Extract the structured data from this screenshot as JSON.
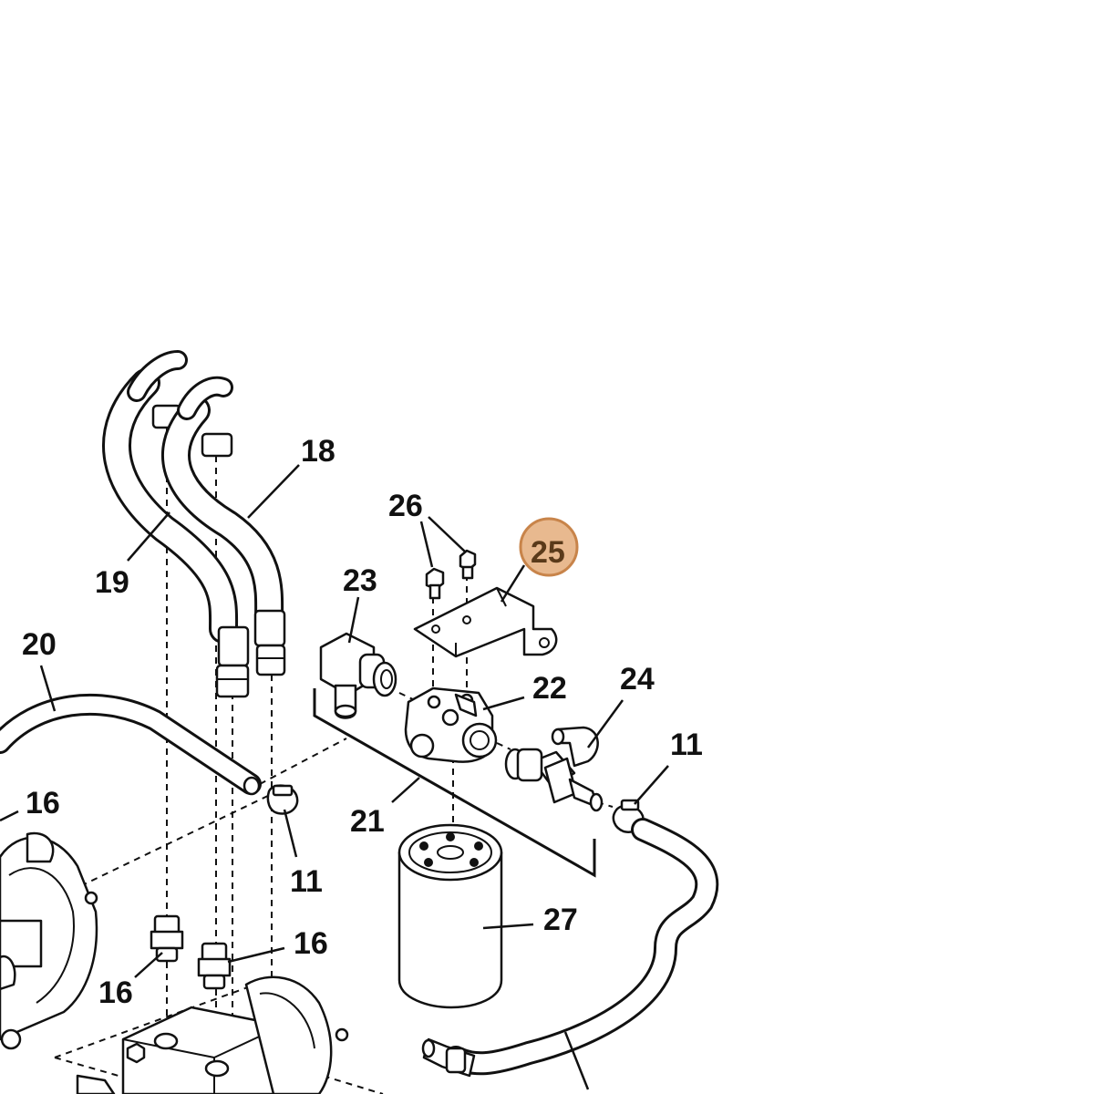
{
  "diagram": {
    "callouts": [
      {
        "id": "c18",
        "label": "18"
      },
      {
        "id": "c19",
        "label": "19"
      },
      {
        "id": "c20",
        "label": "20"
      },
      {
        "id": "c26",
        "label": "26"
      },
      {
        "id": "c25",
        "label": "25",
        "highlighted": true
      },
      {
        "id": "c23",
        "label": "23"
      },
      {
        "id": "c22",
        "label": "22"
      },
      {
        "id": "c24",
        "label": "24"
      },
      {
        "id": "c11a",
        "label": "11"
      },
      {
        "id": "c11b",
        "label": "11"
      },
      {
        "id": "c16a",
        "label": "16"
      },
      {
        "id": "c16b",
        "label": "16"
      },
      {
        "id": "c16c",
        "label": "16"
      },
      {
        "id": "c21",
        "label": "21"
      },
      {
        "id": "c27",
        "label": "27"
      }
    ],
    "colors": {
      "line": "#111111",
      "background": "#ffffff",
      "highlight_fill": "#e8b98f",
      "highlight_stroke": "#c8844a",
      "highlight_text": "#5a3a1a"
    }
  }
}
